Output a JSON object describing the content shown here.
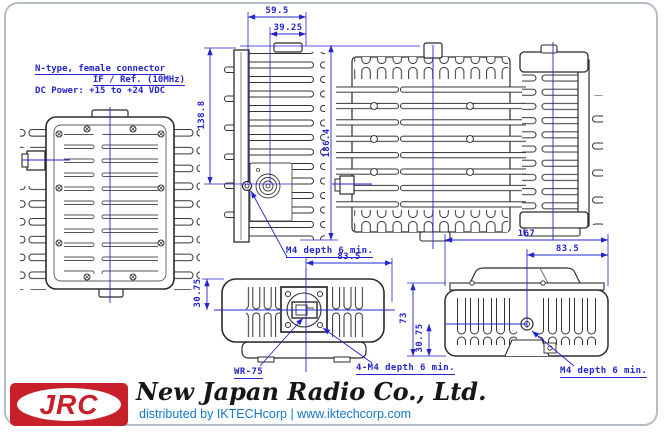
{
  "drawing": {
    "note": {
      "line1": "N-type, female connector",
      "line2": "IF / Ref. (10MHz)",
      "line3": "DC Power: +15 to +24 VDC"
    },
    "dimensions": {
      "top_width": "59.5",
      "top_width_inner": "39.25",
      "front_height": "138.8",
      "overall_height": "186.4",
      "bottom_view_half_width": "83.5",
      "bottom_view_offset": "30.75",
      "top_view_width": "167",
      "top_view_half_width": "83.5",
      "top_view_depth": "73",
      "top_view_offset": "30.75"
    },
    "labels": {
      "m4_side": "M4 depth 6 min.",
      "waveguide": "WR-75",
      "m4_four": "4-M4 depth 6 min.",
      "m4_top": "M4 depth 6 min."
    }
  },
  "footer": {
    "logo": "JRC",
    "company": "New Japan Radio Co., Ltd.",
    "distribution": "distributed by IKTECHcorp | www.iktechcorp.com"
  },
  "colors": {
    "dimension_blue": "#2424cc",
    "logo_red": "#c8202a",
    "link_blue": "#1478c8"
  }
}
